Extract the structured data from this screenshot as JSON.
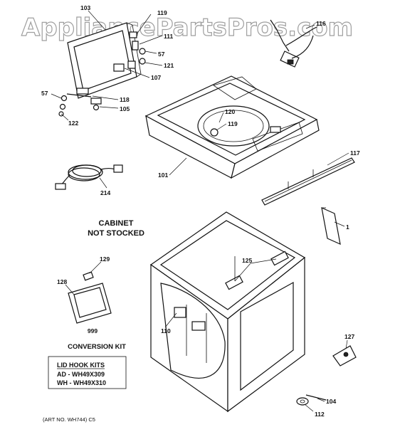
{
  "watermark": "AppliancePartsPros.com",
  "cabinet_note": {
    "line1": "CABINET",
    "line2": "NOT STOCKED"
  },
  "conversion_kit": {
    "number": "999",
    "label": "CONVERSION KIT"
  },
  "lid_hook_kits": {
    "title": "LID HOOK KITS",
    "line1": "AD - WH49X309",
    "line2": "WH - WH49X310"
  },
  "art_number": "(ART NO. WH744) C5",
  "part_numbers": {
    "p103": "103",
    "p119a": "119",
    "p111": "111",
    "p57a": "57",
    "p121": "121",
    "p107": "107",
    "p57b": "57",
    "p118": "118",
    "p105": "105",
    "p122": "122",
    "p116": "116",
    "p120": "120",
    "p119b": "119",
    "p101": "101",
    "p117": "117",
    "p214": "214",
    "p1": "1",
    "p129": "129",
    "p125": "125",
    "p128": "128",
    "p110": "110",
    "p127": "127",
    "p104": "104",
    "p112": "112"
  }
}
